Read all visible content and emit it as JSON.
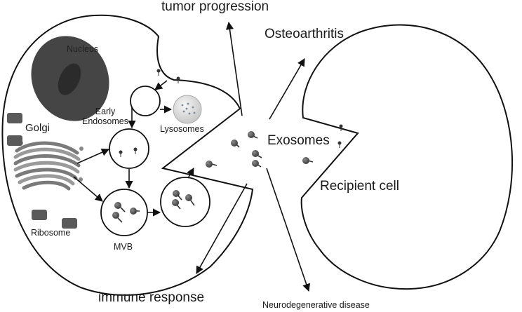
{
  "labels": {
    "tumor_progression": "tumor progression",
    "osteoarthritis": "Osteoarthritis",
    "nucleus": "Nucleus",
    "early_endosomes": "Early\nEndosomes",
    "golgi": "Golgi",
    "lysosomes": "Lysosomes",
    "exosomes": "Exosomes",
    "recipient_cell": "Recipient cell",
    "ribosome": "Ribosome",
    "mvb": "MVB",
    "immune_response": "immune response",
    "neurodegenerative_disease": "Neurodegenerative disease"
  },
  "colors": {
    "outline": "#111111",
    "nucleus": "#454545",
    "nucleolus": "#2b2b2b",
    "vesicle": "#4f4f4f",
    "ribosome": "#5a5a5a",
    "golgi": "#8a8a8a",
    "lysosome": "#dcdcdc"
  }
}
